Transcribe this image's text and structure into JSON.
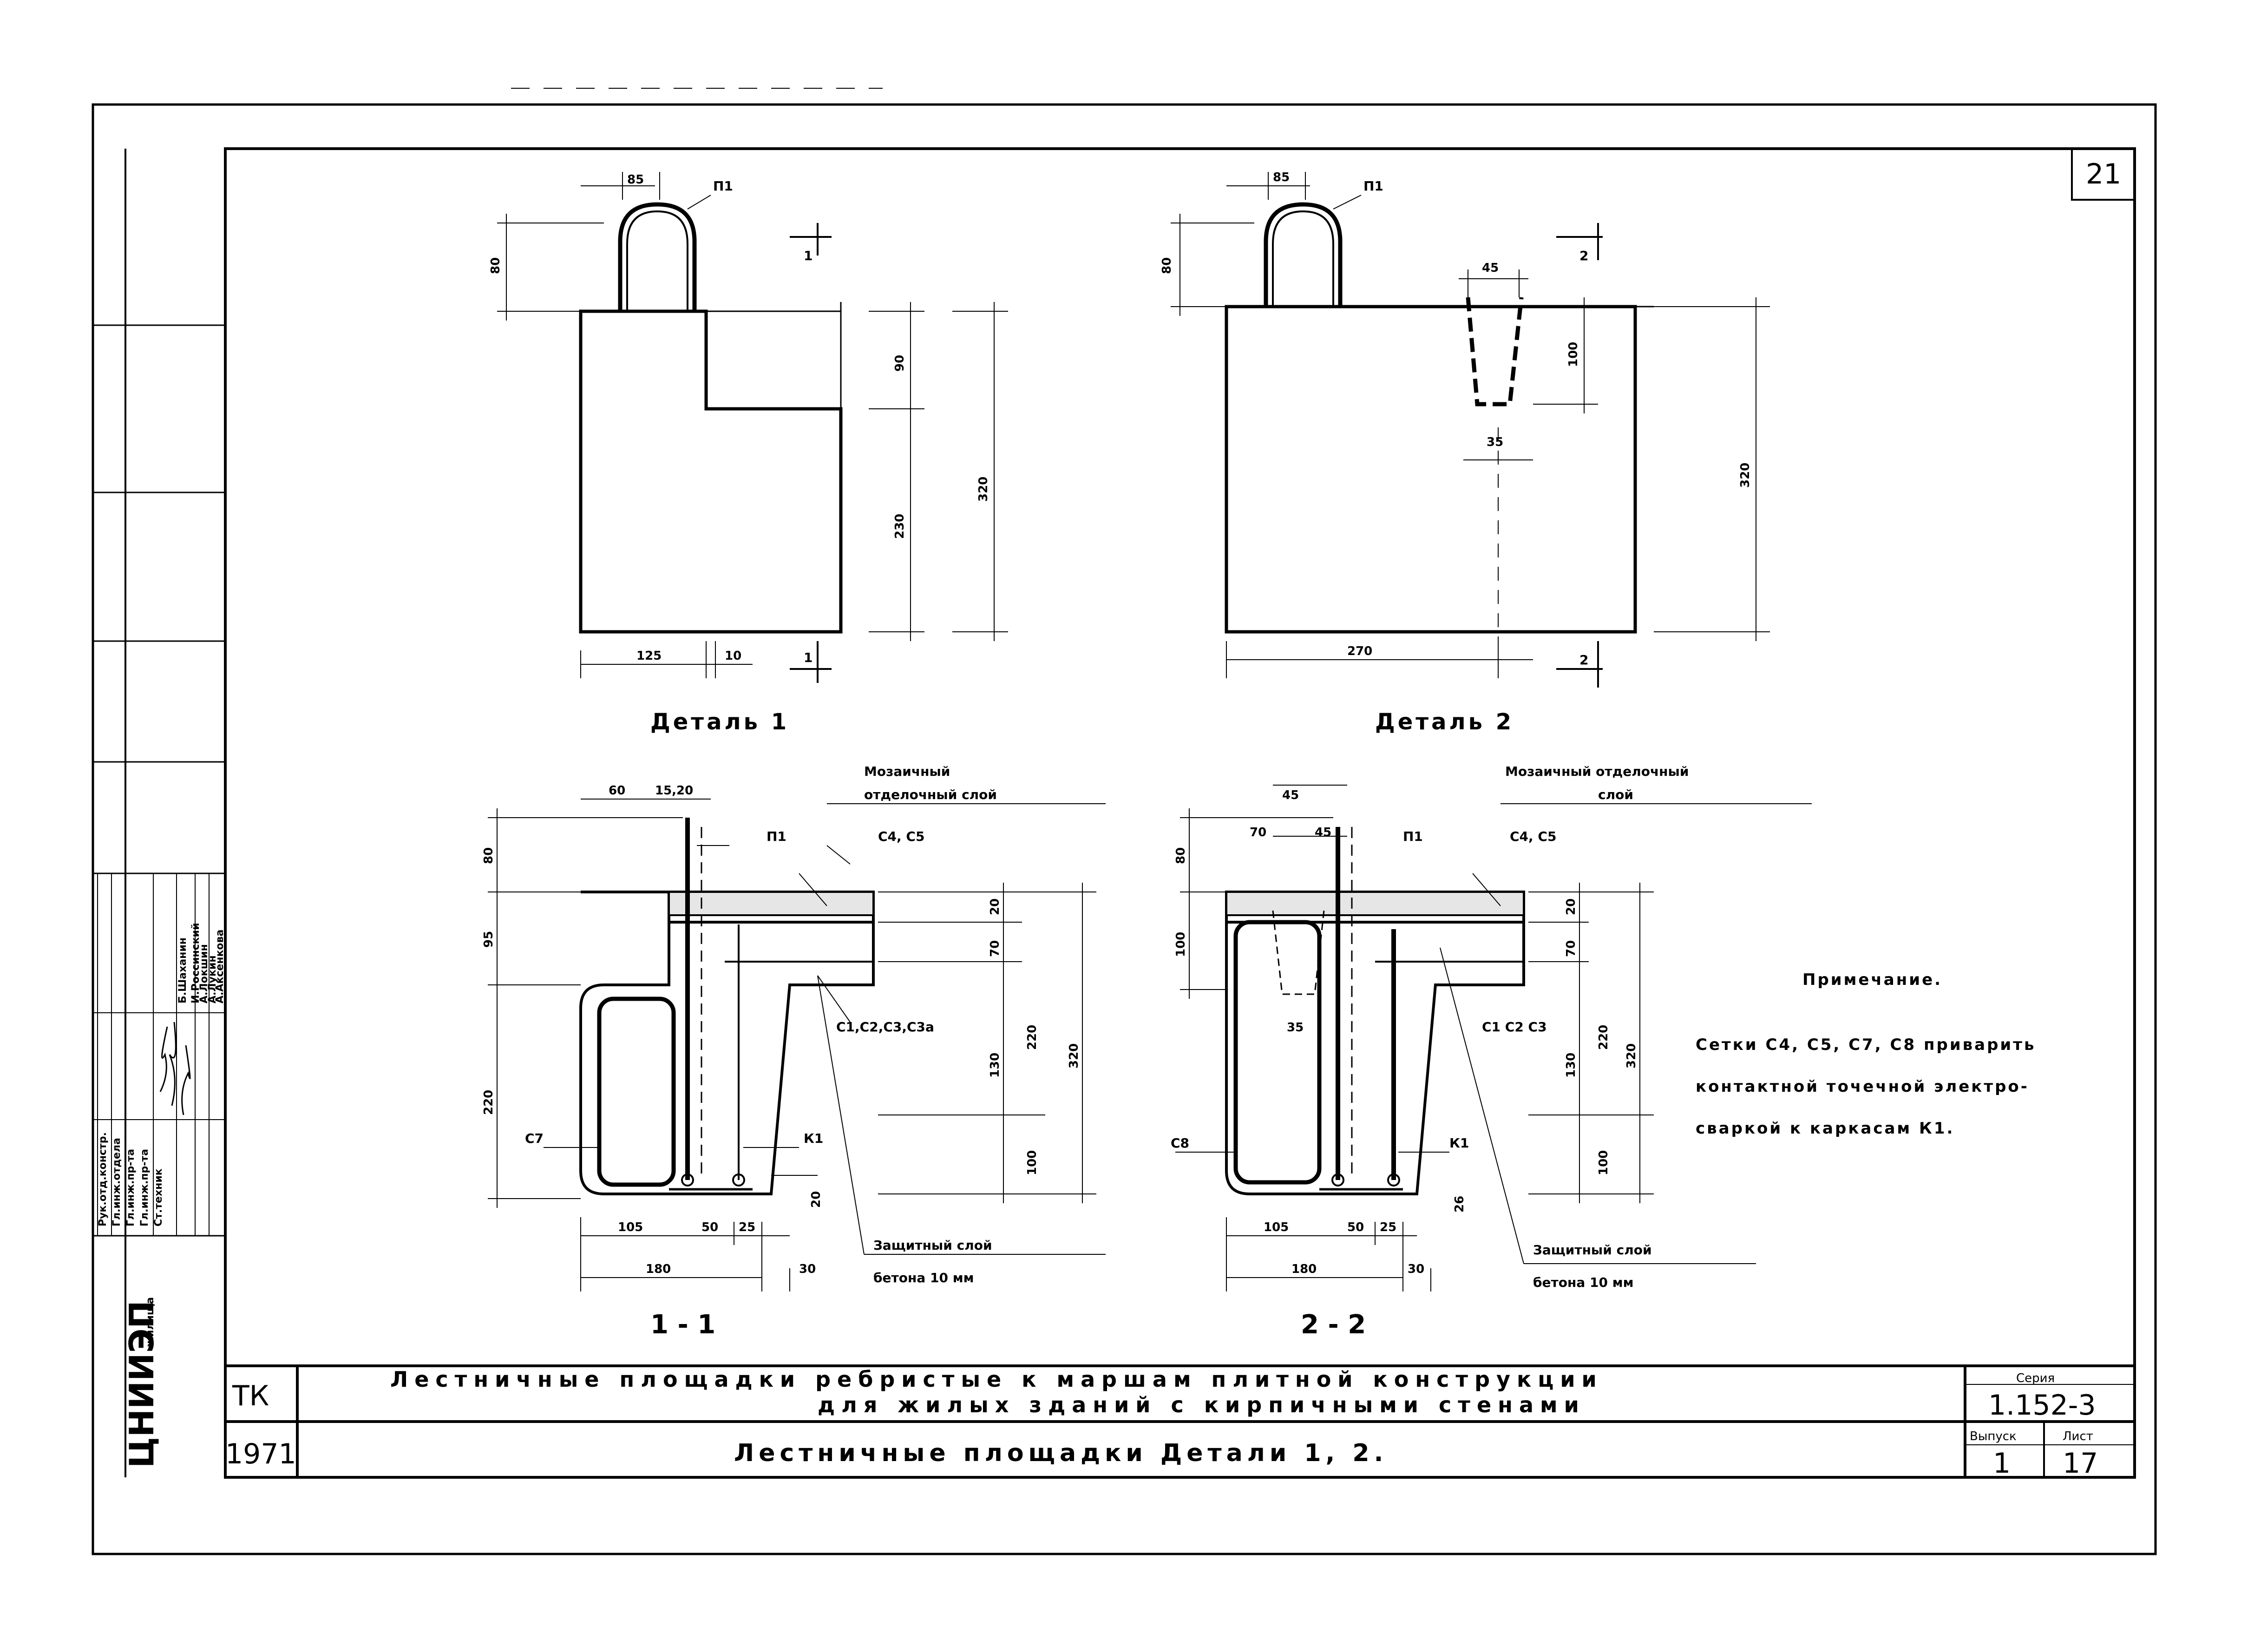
{
  "sheet": {
    "page_number": "21",
    "org": "ЦНИИЭП",
    "org_suffix": "жилища",
    "stamp_roles": [
      "Рук.отд.констр.",
      "Гл.инж.отдела",
      "Гл.инж.пр-та",
      "Гл.инж.пр-та",
      "Ст.техник"
    ],
    "stamp_names": [
      "Б.Шаханин",
      "И.Россинский",
      "А.Локшин",
      "А.Лукин",
      "А.Аксенкова"
    ]
  },
  "detail1": {
    "caption": "Деталь 1",
    "loop_label": "П1",
    "cut_mark": "1",
    "dims": {
      "top_width": "85",
      "top_height": "80",
      "step_h": "90",
      "lower_h": "230",
      "total_h": "320",
      "bottom_w": "125",
      "bottom_gap": "10"
    }
  },
  "detail2": {
    "caption": "Деталь 2",
    "loop_label": "П1",
    "cut_mark": "2",
    "dims": {
      "top_width": "85",
      "top_height": "80",
      "slot_w": "45",
      "slot_h": "100",
      "slot_bottom": "35",
      "total_h": "320",
      "bottom_w": "270"
    }
  },
  "section1": {
    "caption": "1 - 1",
    "labels": {
      "mosaic_line1": "Мозаичный",
      "mosaic_line2": "отделочный слой",
      "loop": "П1",
      "mesh_top": "С4, С5",
      "mesh_mid": "С1,С2,С3,С3а",
      "mesh_left": "С7",
      "frame": "К1",
      "protect1": "Защитный слой",
      "protect2": "бетона 10 мм"
    },
    "dims": {
      "top_a": "60",
      "top_b": "15,20",
      "h80": "80",
      "h95": "95",
      "h220": "220",
      "d20": "20",
      "d70": "70",
      "d220": "220",
      "d130": "130",
      "d100": "100",
      "d320": "320",
      "b20": "20",
      "w105": "105",
      "w50": "50",
      "w25": "25",
      "w180": "180",
      "w30": "30"
    }
  },
  "section2": {
    "caption": "2 - 2",
    "labels": {
      "mosaic_line1": "Мозаичный отделочный",
      "mosaic_line2": "слой",
      "loop": "П1",
      "mesh_top": "С4, С5",
      "mesh_mid": "С1 С2 С3",
      "mesh_left": "С8",
      "frame": "К1",
      "protect1": "Защитный слой",
      "protect2": "бетона 10 мм"
    },
    "dims": {
      "top45a": "45",
      "top45b": "45",
      "top70": "70",
      "h80": "80",
      "h100": "100",
      "d20": "20",
      "d70": "70",
      "d220": "220",
      "d130": "130",
      "d100": "100",
      "d320": "320",
      "b35": "35",
      "b26": "26",
      "w105": "105",
      "w50": "50",
      "w25": "25",
      "w180": "180",
      "w30": "30"
    }
  },
  "note": {
    "heading": "Примечание.",
    "lines": [
      "Сетки С4, С5, С7, С8 приварить",
      "контактной точечной электро-",
      "сваркой к каркасам К1."
    ]
  },
  "title_block": {
    "tk": "ТК",
    "year": "1971",
    "title_line1": "Лестничные площадки ребристые к маршам плитной конструкции",
    "title_line2": "для жилых зданий с кирпичными стенами",
    "sheet_title": "Лестничные площадки Детали 1, 2.",
    "series_label": "Серия",
    "series_value": "1.152-3",
    "issue_label": "Выпуск",
    "issue_value": "1",
    "list_label": "Лист",
    "list_value": "17"
  }
}
